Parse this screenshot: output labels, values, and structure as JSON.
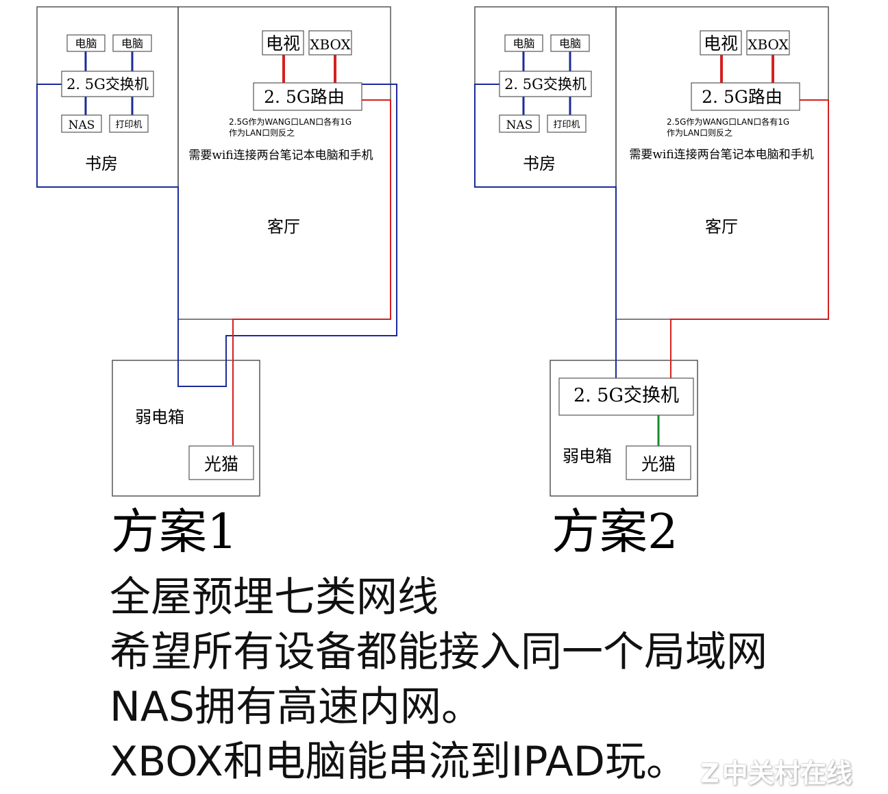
{
  "plan1": {
    "study": {
      "pc1": "电脑",
      "pc2": "电脑",
      "switch": "2. 5G交换机",
      "nas": "NAS",
      "printer": "打印机",
      "room": "书房"
    },
    "living": {
      "tv": "电视",
      "xbox": "XBOX",
      "router": "2. 5G路由",
      "note_line1": "2.5G作为WANG口LAN口各有1G",
      "note_line2": "作为LAN口则反之",
      "wifi_note": "需要wifi连接两台笔记本电脑和手机",
      "room": "客厅"
    },
    "cabinet": {
      "room": "弱电箱",
      "modem": "光猫"
    },
    "title": "方案1"
  },
  "plan2": {
    "study": {
      "pc1": "电脑",
      "pc2": "电脑",
      "switch": "2. 5G交换机",
      "nas": "NAS",
      "printer": "打印机",
      "room": "书房"
    },
    "living": {
      "tv": "电视",
      "xbox": "XBOX",
      "router": "2. 5G路由",
      "note_line1": "2.5G作为WANG口LAN口各有1G",
      "note_line2": "作为LAN口则反之",
      "wifi_note": "需要wifi连接两台笔记本电脑和手机",
      "room": "客厅"
    },
    "cabinet": {
      "room": "弱电箱",
      "modem": "光猫",
      "switch": "2. 5G交换机"
    },
    "title": "方案2"
  },
  "notes": [
    "全屋预埋七类网线",
    "希望所有设备都能接入同一个局域网",
    "NAS拥有高速内网。",
    "XBOX和电脑能串流到IPAD玩。"
  ],
  "watermark": {
    "logo": "Z",
    "text": "中关村在线"
  },
  "colors": {
    "blue_cable": "#1a2a9c",
    "red_cable": "#d42020",
    "green_cable": "#1a8a2e",
    "border": "#555555"
  }
}
